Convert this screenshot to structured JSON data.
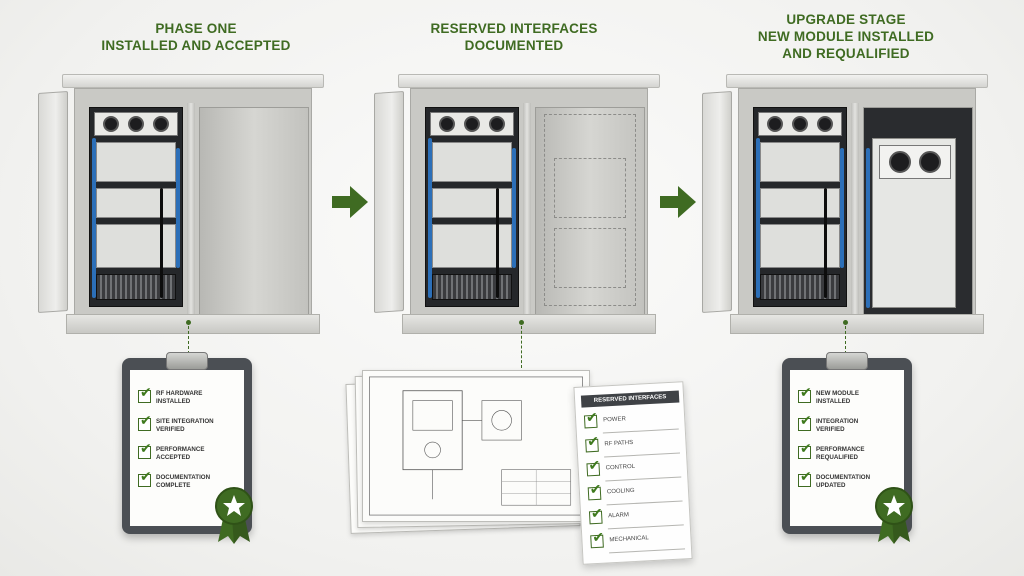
{
  "stages": [
    {
      "title_lines": [
        "PHASE ONE",
        "INSTALLED AND ACCEPTED"
      ]
    },
    {
      "title_lines": [
        "RESERVED INTERFACES",
        "DOCUMENTED"
      ]
    },
    {
      "title_lines": [
        "UPGRADE STAGE",
        "NEW MODULE INSTALLED",
        "AND REQUALIFIED"
      ]
    }
  ],
  "clipboard_left": {
    "items": [
      "RF HARDWARE\nINSTALLED",
      "SITE INTEGRATION\nVERIFIED",
      "PERFORMANCE\nACCEPTED",
      "DOCUMENTATION\nCOMPLETE"
    ]
  },
  "clipboard_right": {
    "items": [
      "NEW MODULE\nINSTALLED",
      "INTEGRATION\nVERIFIED",
      "PERFORMANCE\nREQUALIFIED",
      "DOCUMENTATION\nUPDATED"
    ]
  },
  "reserved_card": {
    "header": "RESERVED INTERFACES",
    "items": [
      "POWER",
      "RF PATHS",
      "CONTROL",
      "COOLING",
      "ALARM",
      "MECHANICAL"
    ]
  },
  "colors": {
    "accent": "#3f6b22",
    "cable_blue": "#2c6fb8"
  },
  "icons": {
    "arrow": "arrow-right-icon",
    "check": "checkmark-icon",
    "badge": "star-ribbon-icon"
  }
}
